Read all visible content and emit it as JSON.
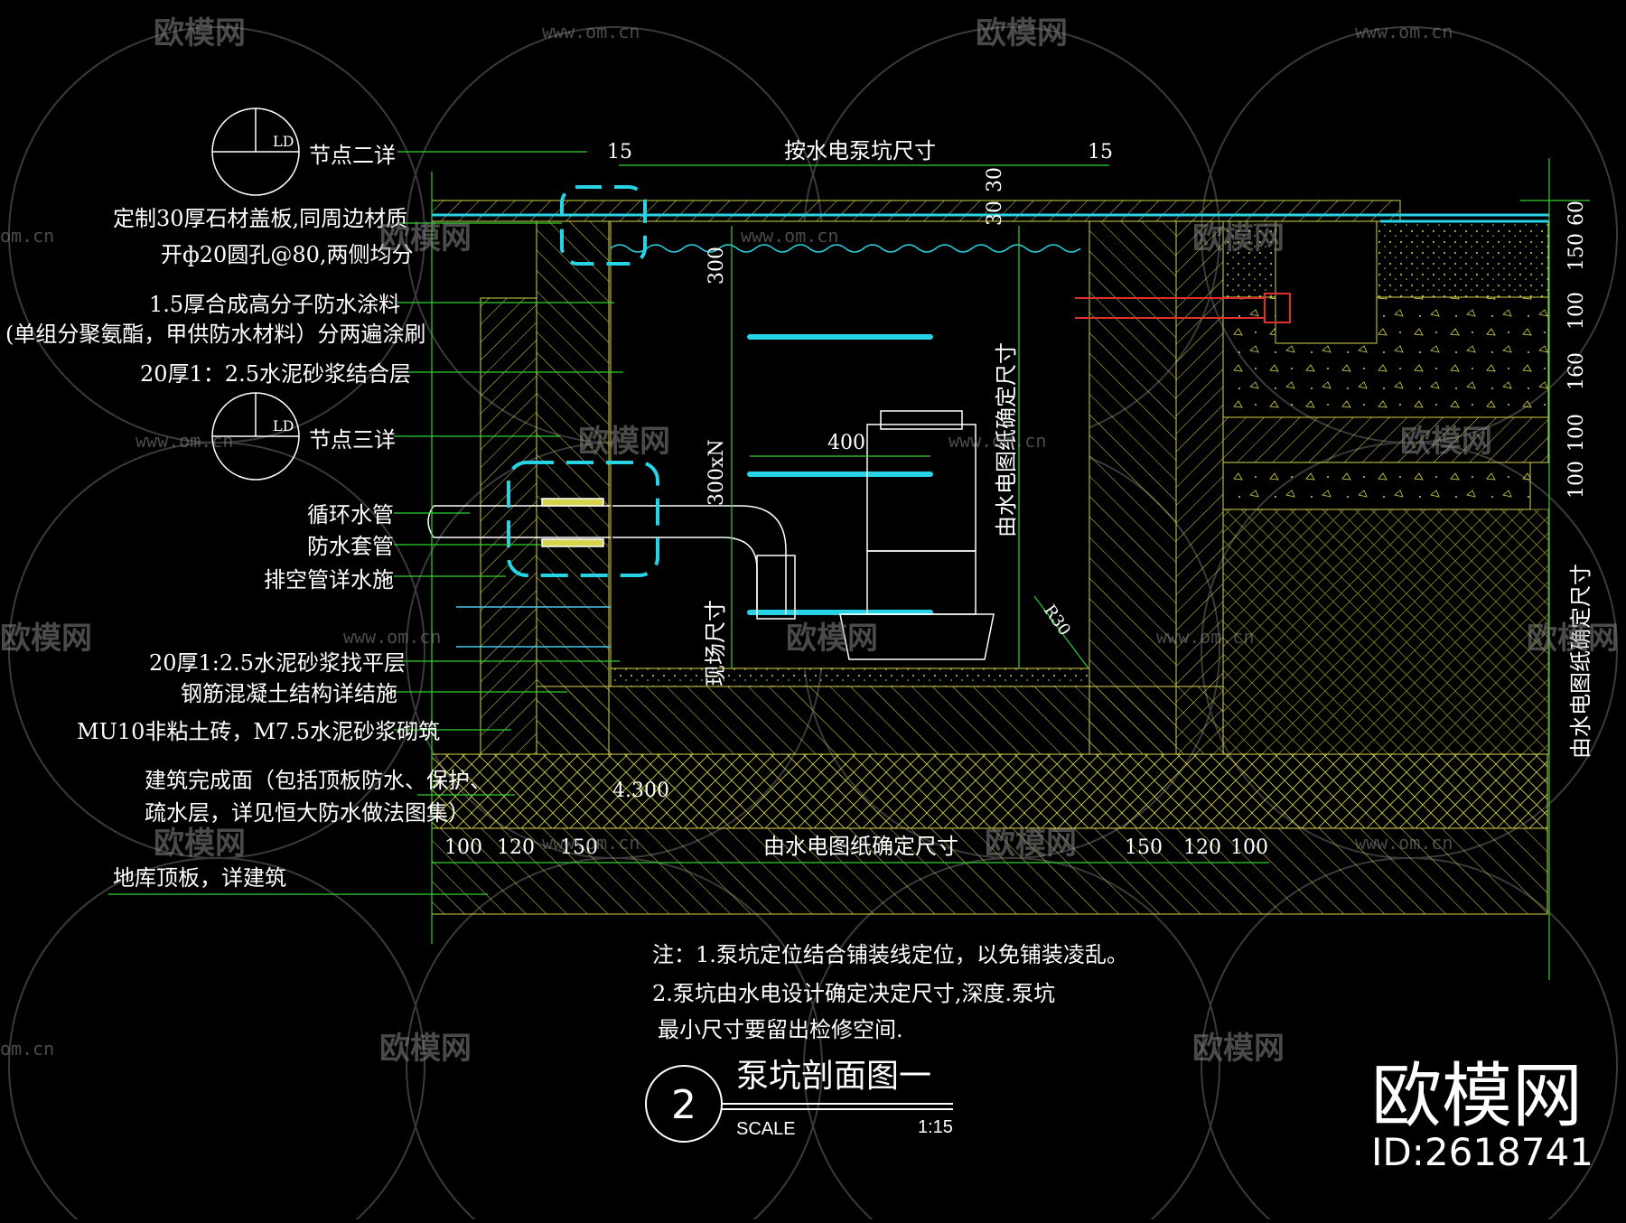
{
  "drawing": {
    "title": "泵坑剖面图一",
    "number": "2",
    "scale_label": "SCALE",
    "scale_value": "1:15"
  },
  "callouts": {
    "node1_label": "节点二详",
    "node1_tag": "LD",
    "node2_label": "节点三详",
    "node2_tag": "LD",
    "cover_line1": "定制30厚石材盖板,同周边材质",
    "cover_line2": "开ф20圆孔@80,两侧均分",
    "coating_line1": "1.5厚合成高分子防水涂料",
    "coating_line2": "(单组分聚氨酯，甲供防水材料）分两遍涂刷",
    "mortar_bond": "20厚1：2.5水泥砂浆结合层",
    "circ_pipe": "循环水管",
    "sleeve": "防水套管",
    "drain_pipe": "排空管详水施",
    "leveling": "20厚1:2.5水泥砂浆找平层",
    "concrete": "钢筋混凝土结构详结施",
    "brick": "MU10非粘土砖，M7.5水泥砂浆砌筑",
    "finish_line1": "建筑完成面（包括顶板防水、保护、",
    "finish_line2": "疏水层，详见恒大防水做法图集）",
    "roof_slab": "地库顶板，详建筑"
  },
  "dimensions": {
    "top_left_gap": "15",
    "top_right_gap": "15",
    "top_span": "按水电泵坑尺寸",
    "depth_300": "300",
    "depth_300xn": "300xN",
    "pump_width": "400",
    "pit_height": "由水电图纸确定尺寸",
    "cover_30a": "30",
    "cover_30b": "30",
    "field_size": "现场尺寸",
    "radius": "R30",
    "elevation": "4.300",
    "bottom_100a": "100",
    "bottom_120a": "120",
    "bottom_150a": "150",
    "bottom_span": "由水电图纸确定尺寸",
    "bottom_150b": "150",
    "bottom_120b": "120",
    "bottom_100b": "100",
    "right_60": "60",
    "right_150": "150",
    "right_100a": "100",
    "right_160": "160",
    "right_100b": "100",
    "right_100c": "100",
    "right_span": "由水电图纸确定尺寸"
  },
  "notes": {
    "line1": "注：1.泵坑定位结合铺装线定位，以免铺装凌乱。",
    "line2": "2.泵坑由水电设计确定决定尺寸,深度.泵坑",
    "line3": "最小尺寸要留出检修空间."
  },
  "watermark": {
    "brand": "欧模网",
    "url": "www.om.cn",
    "url_short": "om.cn",
    "brand_big": "欧模网",
    "id": "ID:2618741"
  },
  "colors": {
    "line_yellow": "#d6d44a",
    "line_green": "#2fd12f",
    "highlight_cyan": "#27d4e6",
    "pipe_red": "#e0302a",
    "text": "#ffffff",
    "background": "#000000"
  }
}
